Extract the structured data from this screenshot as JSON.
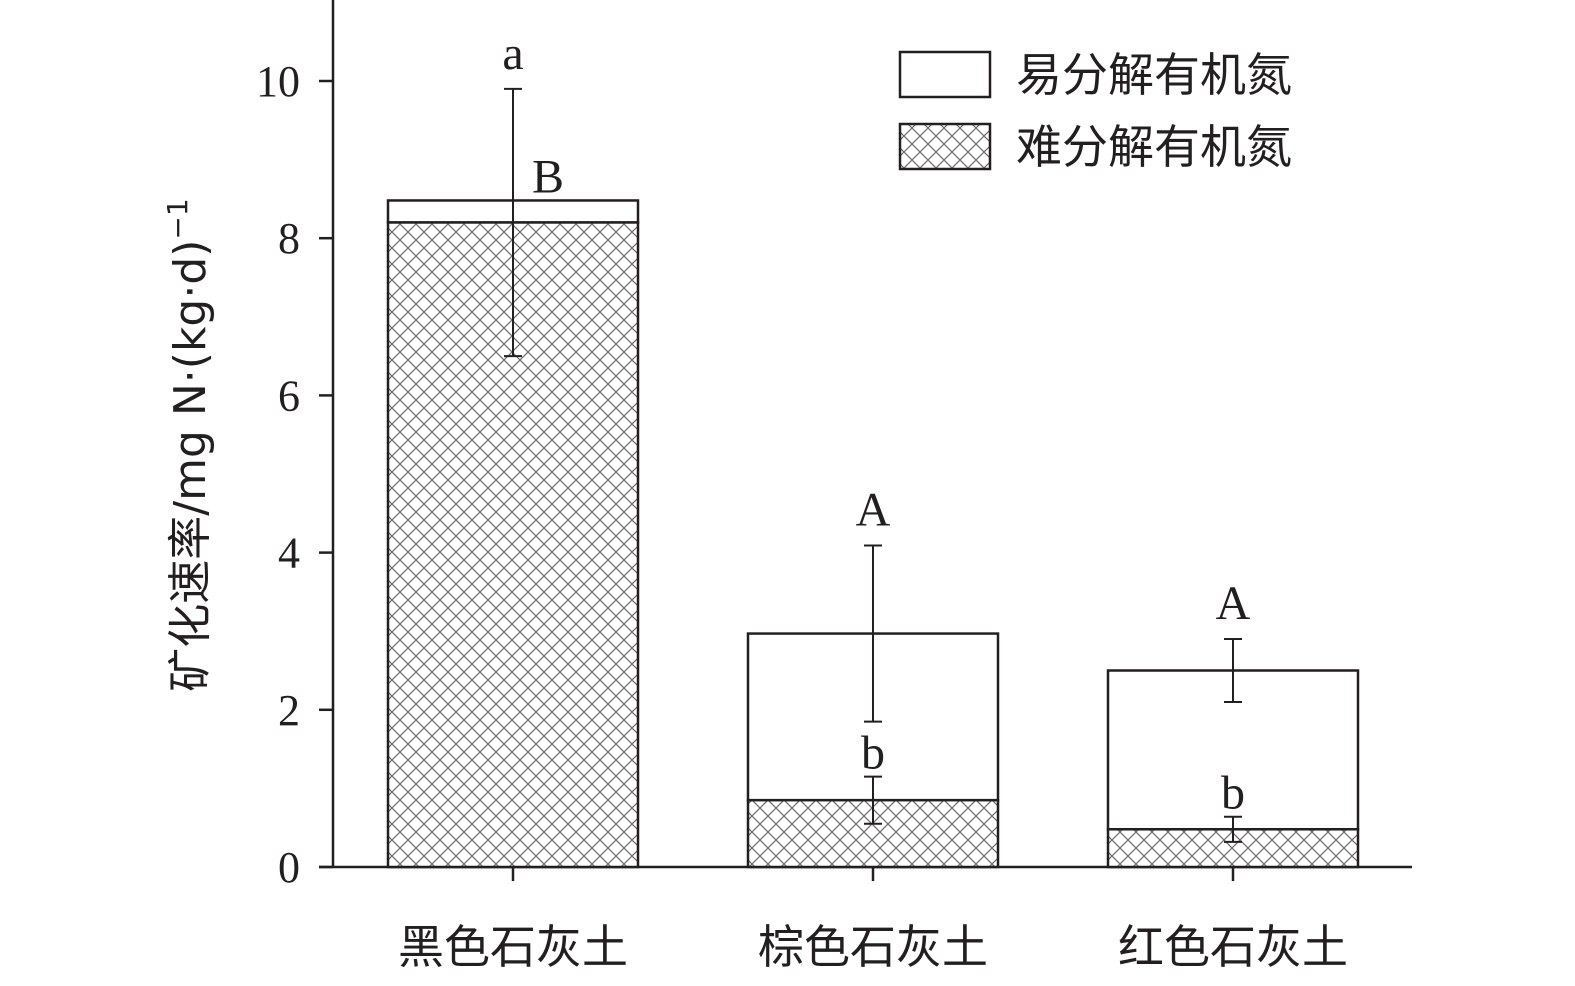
{
  "chart_data": {
    "type": "bar",
    "stacked": true,
    "categories": [
      "黑色石灰土",
      "棕色石灰土",
      "红色石灰土"
    ],
    "series": [
      {
        "name": "难分解有机氮",
        "values": [
          8.2,
          0.85,
          0.48
        ],
        "errors": [
          1.7,
          0.3,
          0.16
        ],
        "sig_labels": [
          "a",
          "b",
          "b"
        ],
        "pattern": "crosshatch",
        "color": "#231f20"
      },
      {
        "name": "易分解有机氮",
        "values": [
          0.28,
          2.12,
          2.02
        ],
        "total_errors": [
          0.0,
          1.12,
          0.4
        ],
        "sig_labels": [
          "B",
          "A",
          "A"
        ],
        "pattern": "none",
        "color": "#ffffff"
      }
    ],
    "ylabel": "矿化速率/mg N·(kg·d)",
    "ylabel_superscript": "−1",
    "xlabel": "",
    "ylim": [
      0,
      11
    ],
    "yticks": [
      0,
      2,
      4,
      6,
      8,
      10
    ],
    "legend_position": "top-right",
    "grid": false,
    "error_bars_note": "lower error bar on recalcitrant part; upper error bar on total"
  }
}
